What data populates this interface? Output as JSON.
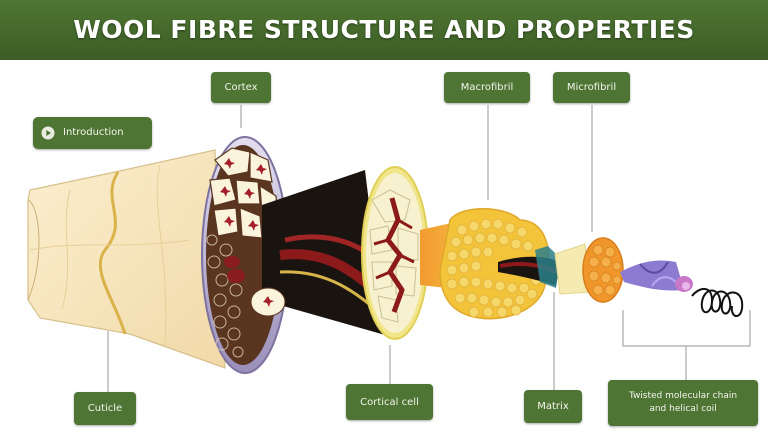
{
  "title": "WOOL FIBRE STRUCTURE AND PROPERTIES",
  "intro_button": {
    "label": "Introduction",
    "icon": "play-icon"
  },
  "labels": {
    "cortex": "Cortex",
    "macrofibril": "Macrofibril",
    "microfibril": "Microfibril",
    "cuticle": "Cuticle",
    "cortical_cell": "Cortical cell",
    "matrix": "Matrix",
    "twisted_line1": "Twisted molecular chain",
    "twisted_line2": "and helical coil"
  },
  "colors": {
    "title_bar": "#3f6128",
    "label_bg": "#4e7533",
    "cuticle_fill": "#f6e3b8",
    "cortex_interior": "#5a3520",
    "cortical_fill": "#f7f1cf",
    "macrofibril_fill": "#f3c33a",
    "microfibril_fill": "#f0962a",
    "helix_purple": "#8c7bd0",
    "core_red": "#8c1a1a"
  }
}
